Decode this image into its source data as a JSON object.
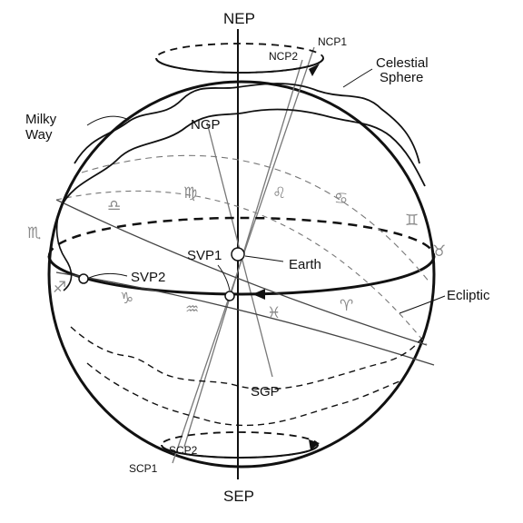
{
  "labels": {
    "nep": "NEP",
    "sep": "SEP",
    "ncp1": "NCP1",
    "ncp2": "NCP2",
    "scp1": "SCP1",
    "scp2": "SCP2",
    "ngp": "NGP",
    "sgp": "SGP",
    "svp1": "SVP1",
    "svp2": "SVP2",
    "earth": "Earth",
    "ecliptic": "Ecliptic",
    "celestial_line1": "Celestial",
    "celestial_line2": "Sphere",
    "milky_line1": "Milky",
    "milky_line2": "Way"
  },
  "zodiac": {
    "scorpio": "♏",
    "libra": "♎",
    "virgo": "♍",
    "leo": "♌",
    "cancer": "♋",
    "gemini": "♊",
    "taurus": "♉",
    "aries": "♈",
    "pisces": "♓",
    "aquarius": "♒",
    "capricorn": "♑",
    "sagittarius": "♐"
  },
  "colors": {
    "ink": "#111111",
    "guide": "#888888"
  }
}
